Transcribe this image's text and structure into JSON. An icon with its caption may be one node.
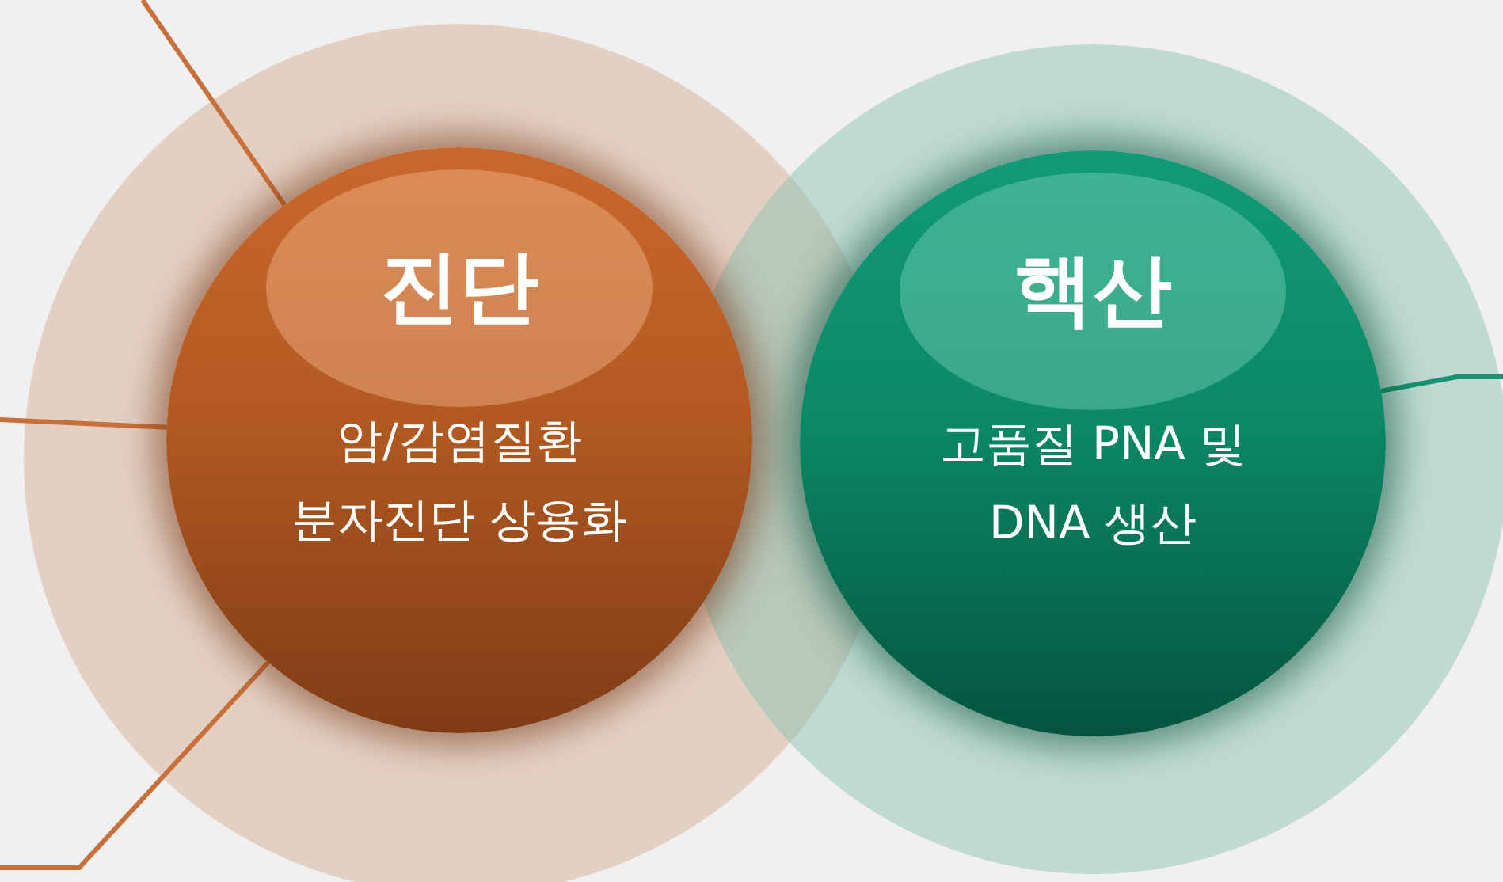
{
  "diagram": {
    "nodes": [
      {
        "text": [
          "진단",
          "암/감염질환 분자진단 상용화"
        ]
      },
      {
        "text": [
          "핵산",
          "고품질 PNA 및 DNA 생산"
        ]
      }
    ],
    "edges": [
      {
        "from": null,
        "to": 0,
        "arrow": "none"
      },
      {
        "from": null,
        "to": 0,
        "arrow": "none"
      },
      {
        "from": null,
        "to": 0,
        "arrow": "none"
      },
      {
        "from": null,
        "to": 1,
        "arrow": "none",
        "color": "#17936f"
      }
    ]
  }
}
